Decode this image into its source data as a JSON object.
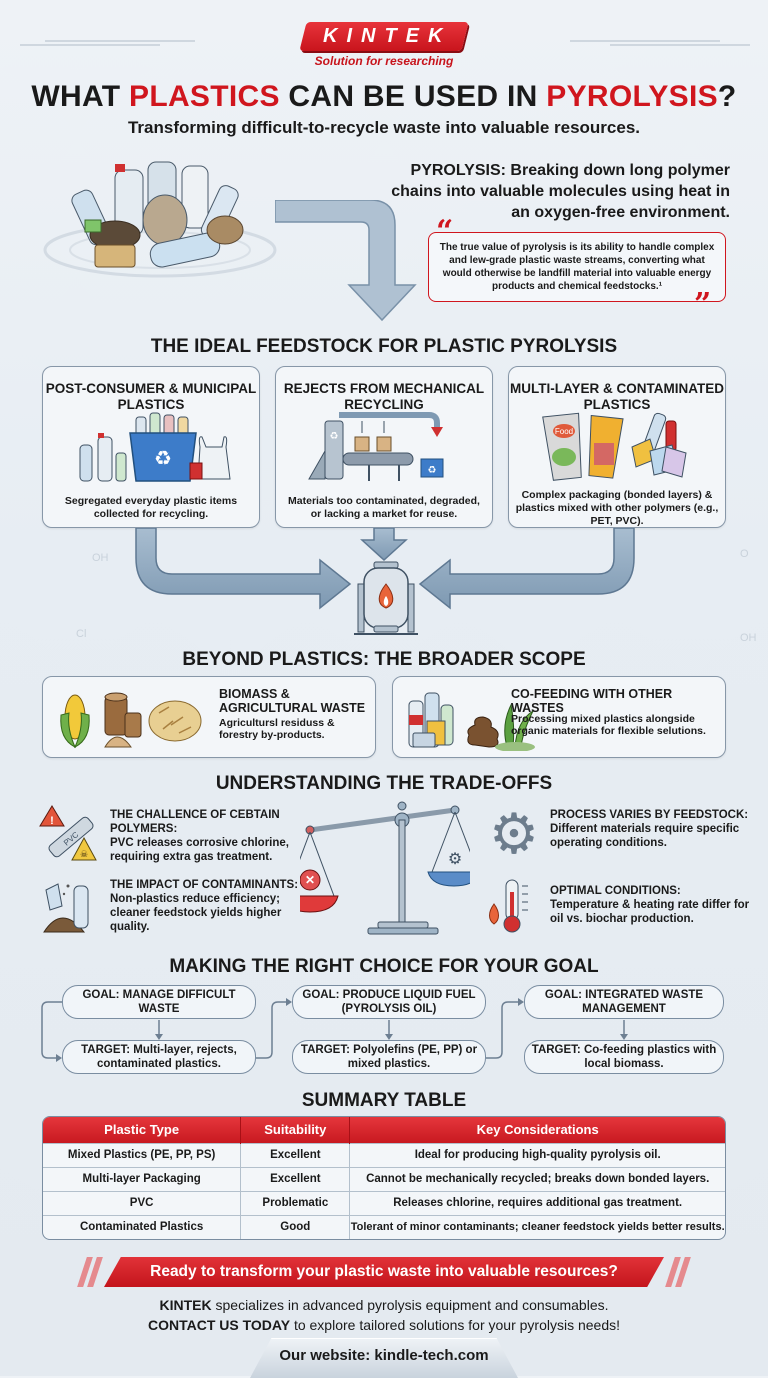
{
  "header": {
    "logo_text": "KINTEK",
    "tagline": "Solution for researching",
    "title_parts": [
      "WHAT ",
      "PLASTICS",
      " CAN BE USED IN ",
      "PYROLYSIS",
      "?"
    ],
    "subtitle": "Transforming difficult-to-recycle waste into valuable resources."
  },
  "intro": {
    "definition": "PYROLYSIS: Breaking down long polymer chains into valuable molecules using heat in an oxygen-free environment.",
    "quote_open": "“",
    "quote": "The true value of pyrolysis is its ability to handle complex and lew-grade plastic waste streams, converting what would otherwise be landfill material into valuable energy products and chemical feedstocks.¹",
    "quote_close": "”"
  },
  "feedstock": {
    "title": "THE IDEAL FEEDSTOCK FOR PLASTIC PYROLYSIS",
    "cards": [
      {
        "title": "POST-CONSUMER & MUNICIPAL PLASTICS",
        "desc": "Segregated everyday plastic items collected for recycling.",
        "icon": "recycling-bin-icon"
      },
      {
        "title": "REJECTS FROM MECHANICAL RECYCLING",
        "desc": "Materials too contaminated, degraded, or lacking a market for reuse.",
        "icon": "conveyor-icon"
      },
      {
        "title": "MULTI-LAYER & CONTAMINATED PLASTICS",
        "desc": "Complex packaging (bonded layers) & plastics mixed with other polymers (e.g., PET, PVC).",
        "icon": "packaging-icon"
      }
    ],
    "reactor_icon": "reactor-flame-icon"
  },
  "beyond": {
    "title": "BEYOND PLASTICS: THE BROADER SCOPE",
    "cards": [
      {
        "title": "BIOMASS & AGRICULTURAL WASTE",
        "desc": "Agricultursl residuss & forestry by-products."
      },
      {
        "title": "CO-FEEDING WITH OTHER WASTES",
        "desc": "Processing mixed plastics alongside organic materials for flexible selutions."
      }
    ]
  },
  "tradeoffs": {
    "title": "UNDERSTANDING THE TRADE-OFFS",
    "items": [
      {
        "title": "THE CHALLENCE OF CEBTAIN POLYMERS:",
        "desc": "PVC releases corrosive chlorine, requiring extra gas treatment.",
        "icon": "pvc-warning-icon",
        "icon_label": "PVC"
      },
      {
        "title": "THE IMPACT OF CONTAMINANTS:",
        "desc": "Non-plastics reduce efficiency; cleaner feedstock yields higher quality.",
        "icon": "contaminants-icon"
      },
      {
        "title": "PROCESS VARIES BY FEEDSTOCK:",
        "desc": "Different materials require specific operating conditions.",
        "icon": "gear-icon"
      },
      {
        "title": "OPTIMAL CONDITIONS:",
        "desc": "Temperature & heating rate differ for oil vs. biochar production.",
        "icon": "thermometer-icon"
      }
    ]
  },
  "goals": {
    "title": "MAKING THE RIGHT CHOICE FOR YOUR GOAL",
    "columns": [
      {
        "goal": "GOAL: MANAGE DIFFICULT WASTE",
        "target": "TARGET: Multi-layer, rejects, contaminated plastics."
      },
      {
        "goal": "GOAL: PRODUCE LIQUID FUEL (PYROLYSIS OIL)",
        "target": "TARGET: Polyolefins (PE, PP) or mixed plastics."
      },
      {
        "goal": "GOAL: INTEGRATED WASTE MANAGEMENT",
        "target": "TARGET: Co-feeding plastics with local biomass."
      }
    ]
  },
  "summary_table": {
    "title": "SUMMARY TABLE",
    "headers": [
      "Plastic Type",
      "Suitability",
      "Key Considerations"
    ],
    "rows": [
      [
        "Mixed Plastics (PE, PP, PS)",
        "Excellent",
        "Ideal for producing high-quality pyrolysis oil."
      ],
      [
        "Multi-layer Packaging",
        "Excellent",
        "Cannot be mechanically recycled; breaks down bonded layers."
      ],
      [
        "PVC",
        "Problematic",
        "Releases chlorine, requires additional gas treatment."
      ],
      [
        "Contaminated Plastics",
        "Good",
        "Tolerant of minor contaminants; cleaner feedstock yields better results."
      ]
    ]
  },
  "cta": {
    "banner": "Ready to transform your plastic waste into valuable resources?",
    "line1_bold": "KINTEK",
    "line1_rest": " specializes in advanced pyrolysis equipment and consumables.",
    "line2_bold": "CONTACT US TODAY",
    "line2_rest": " to explore tailored solutions for your pyrolysis needs!",
    "website": "Our website: kindle-tech.com"
  },
  "colors": {
    "brand_red": "#d0161e",
    "steel_blue": "#7f9ab3",
    "card_border": "#8797a8",
    "background": "#eaeff4"
  }
}
